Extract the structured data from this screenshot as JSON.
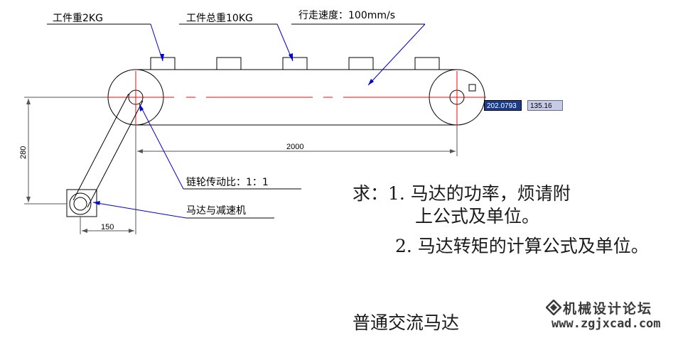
{
  "labels": {
    "workpiece_weight": "工件重2KG",
    "total_weight": "工件总重10KG",
    "travel_speed": "行走速度：100mm/s",
    "chain_ratio": "链轮传动比：1：1",
    "motor_reducer": "马达与减速机"
  },
  "dimensions": {
    "length": "2000",
    "height": "280",
    "offset": "150"
  },
  "coordinate_readout": {
    "x": "202.0793",
    "y": "135.16"
  },
  "question": {
    "line1": "求：1. 马达的功率，烦请附",
    "line1b": "上公式及单位。",
    "line2": "2. 马达转矩的计算公式及单位。"
  },
  "motor_type": "普通交流马达",
  "watermark": {
    "title": "机械设计论坛",
    "url": "www.zgjxcad.com"
  },
  "colors": {
    "line": "#000000",
    "centerline": "#ff0000",
    "leader": "#0000cc",
    "dimension": "#cc0000"
  }
}
